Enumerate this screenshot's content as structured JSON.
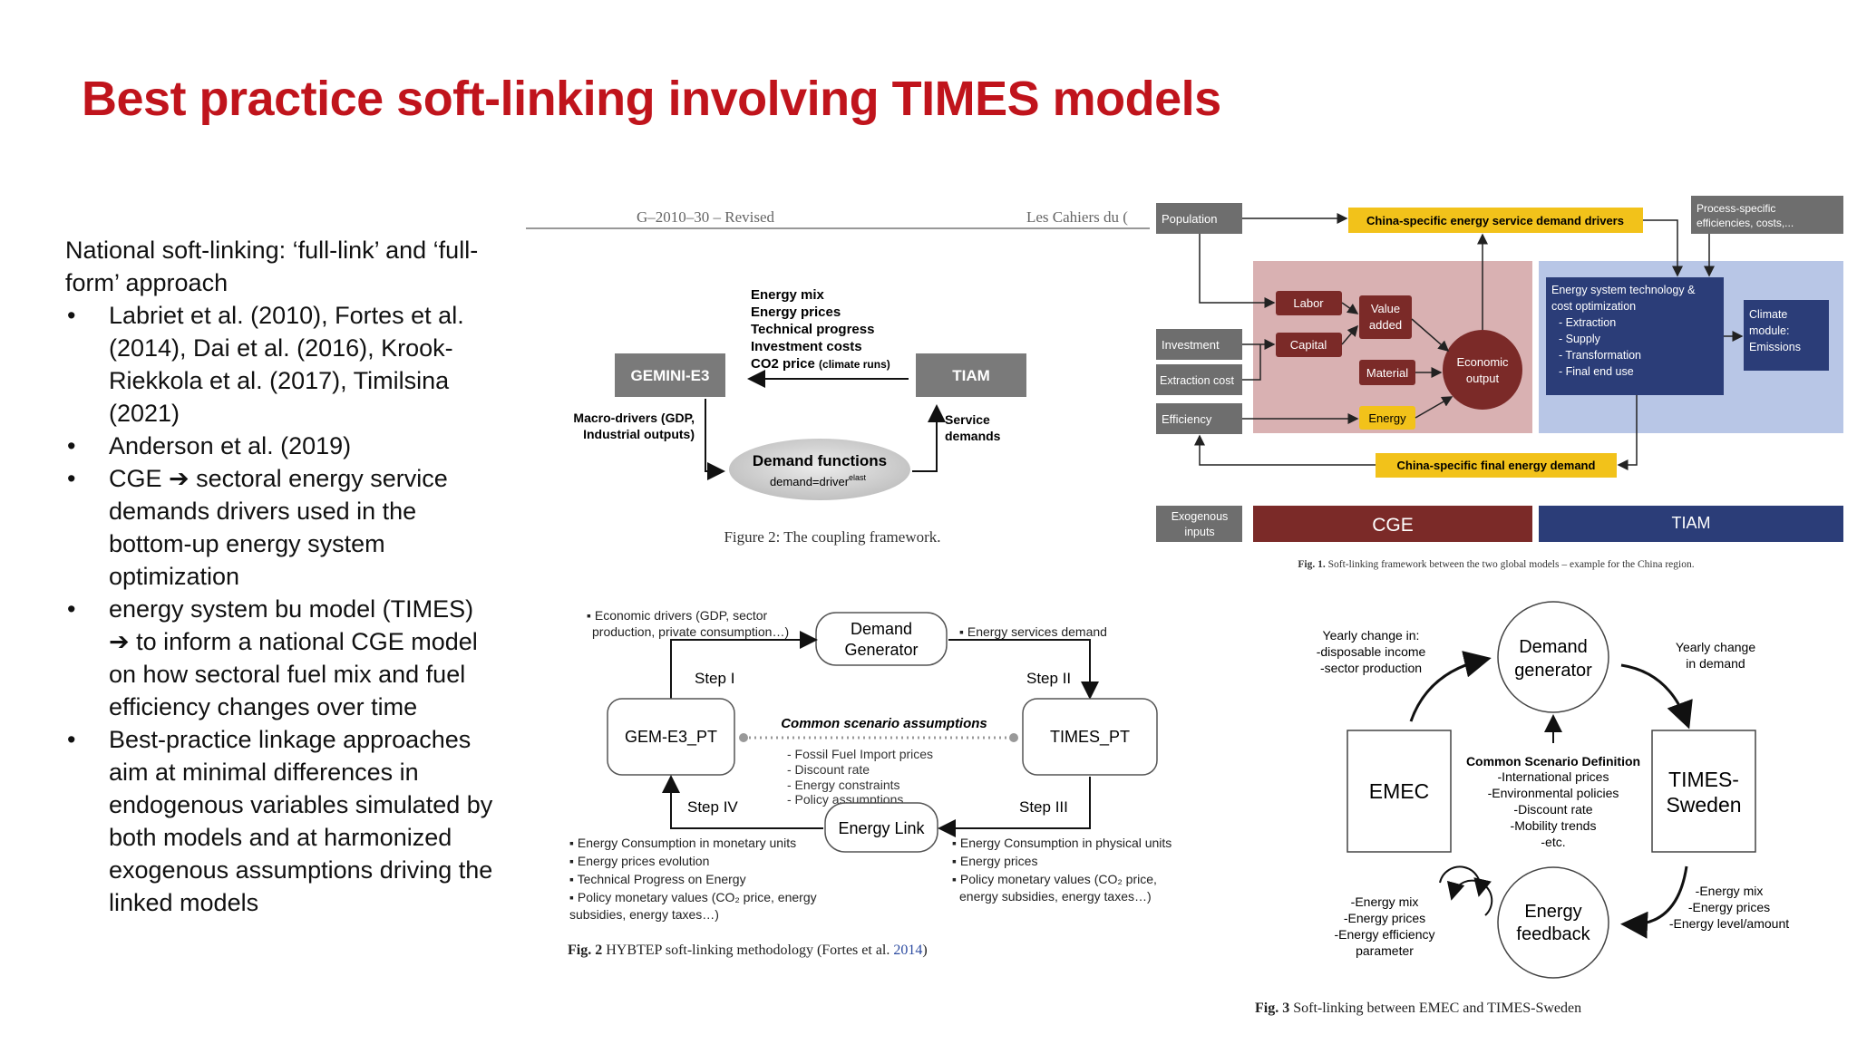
{
  "slide": {
    "title": "Best practice soft-linking involving TIMES models",
    "intro": "National soft-linking: ‘full-link’ and ‘full-form’ approach",
    "bullets": [
      "Labriet et al. (2010), Fortes et al. (2014), Dai et al. (2016), Krook-Riekkola et al. (2017), Timilsina (2021)",
      "Anderson et al. (2019)",
      "CGE ➔ sectoral energy service demands drivers used in the bottom-up energy system optimization",
      "energy system bu model (TIMES) ➔ to inform a national CGE model on how sectoral fuel mix and fuel efficiency changes over time",
      "Best-practice linkage approaches aim at minimal differences in endogenous variables simulated by both models and at harmonized exogenous assumptions driving the linked models"
    ]
  },
  "fig_gemini": {
    "header_left": "G–2010–30 – Revised",
    "header_right": "Les Cahiers du (",
    "flows": [
      "Energy mix",
      "Energy prices",
      "Technical progress",
      "Investment costs"
    ],
    "co2": "CO2 price",
    "co2_note": "(climate runs)",
    "left_box": "GEMINI-E3",
    "right_box": "TIAM",
    "macro": [
      "Macro-drivers (GDP,",
      "Industrial outputs)"
    ],
    "service": [
      "Service",
      "demands"
    ],
    "demand_title": "Demand functions",
    "demand_formula": "demand=driver",
    "demand_sup": "elast",
    "caption": "Figure 2:  The coupling framework."
  },
  "fig_china": {
    "population": "Population",
    "demand_drivers": "China-specific energy service demand drivers",
    "process": [
      "Process-specific",
      "efficiencies, costs,..."
    ],
    "investment": "Investment",
    "extraction_cost": "Extraction cost",
    "efficiency": "Efficiency",
    "labor": "Labor",
    "capital": "Capital",
    "value_added": [
      "Value",
      "added"
    ],
    "material": "Material",
    "energy": "Energy",
    "economic_output": [
      "Economic",
      "output"
    ],
    "tech": [
      "Energy system technology &",
      "cost optimization",
      "- Extraction",
      "- Supply",
      "- Transformation",
      "- Final end use"
    ],
    "climate": [
      "Climate",
      "module:",
      "Emissions"
    ],
    "final_demand": "China-specific final energy demand",
    "exogenous": [
      "Exogenous",
      "inputs"
    ],
    "cge": "CGE",
    "tiam": "TIAM",
    "caption_bold": "Fig. 1.",
    "caption": "Soft-linking framework between the two global models – example for the China region."
  },
  "fig_hybtep": {
    "econ_drivers": [
      "▪ Economic drivers (GDP, sector",
      "production, private consumption…)"
    ],
    "demand_gen": [
      "Demand",
      "Generator"
    ],
    "services": "▪ Energy services demand",
    "step1": "Step I",
    "step2": "Step II",
    "step3": "Step III",
    "step4": "Step IV",
    "gem": "GEM-E3_PT",
    "times": "TIMES_PT",
    "common": "Common scenario assumptions",
    "assumptions": [
      "- Fossil Fuel Import prices",
      "- Discount rate",
      "- Energy constraints",
      "- Policy assumptions"
    ],
    "energy_link": "Energy Link",
    "left_list": [
      "▪ Energy Consumption in monetary units",
      "▪ Energy prices evolution",
      "▪ Technical Progress on Energy",
      "▪ Policy monetary values (CO₂ price, energy",
      "subsidies, energy taxes…)"
    ],
    "right_list": [
      "▪ Energy Consumption in physical units",
      "▪ Energy prices",
      "▪ Policy monetary values (CO₂ price,",
      "energy subsidies, energy taxes…)"
    ],
    "caption_bold": "Fig. 2",
    "caption": "HYBTEP soft-linking methodology (Fortes et al.",
    "caption_year": "2014",
    "caption_end": ")"
  },
  "fig_emec": {
    "yearly_income": [
      "Yearly change in:",
      "-disposable income",
      "-sector production"
    ],
    "demand_gen": [
      "Demand",
      "generator"
    ],
    "yearly_demand": [
      "Yearly change",
      "in demand"
    ],
    "emec": "EMEC",
    "times": [
      "TIMES-",
      "Sweden"
    ],
    "common_title": "Common Scenario Definition",
    "common_items": [
      "-International prices",
      "-Environmental policies",
      "-Discount rate",
      "-Mobility trends",
      "-etc."
    ],
    "left_feedback": [
      "-Energy mix",
      "-Energy prices",
      "-Energy efficiency",
      "parameter"
    ],
    "energy_feedback": [
      "Energy",
      "feedback"
    ],
    "right_feedback": [
      "-Energy mix",
      "-Energy prices",
      "-Energy level/amount"
    ],
    "caption_bold": "Fig. 3",
    "caption": "Soft-linking between EMEC and TIMES-Sweden"
  },
  "colors": {
    "title_red": "#c0141c",
    "cge_dark": "#7b2a28",
    "cge_light": "#d9b1b2",
    "tiam_dark": "#2b3d78",
    "tiam_light": "#b8c6e6",
    "yellow": "#f2c21a",
    "grey_box": "#6e6e6e"
  }
}
